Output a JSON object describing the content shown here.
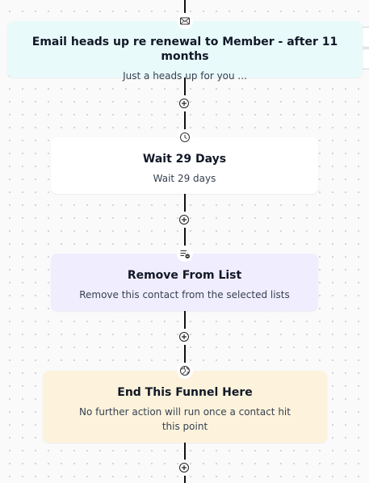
{
  "nodes": [
    {
      "title": "Email heads up re renewal to Member - after 11 months",
      "description": "Just a heads up for you ...",
      "icon": "email-icon",
      "color": "#e9fafb"
    },
    {
      "title": "Wait 29 Days",
      "description": "Wait 29 days",
      "icon": "clock-icon",
      "color": "#ffffff"
    },
    {
      "title": "Remove From List",
      "description": "Remove this contact from the selected lists",
      "icon": "list-remove-icon",
      "color": "#f0edff"
    },
    {
      "title": "End This Funnel Here",
      "description": "No further action will run once a contact hit this point",
      "icon": "globe-icon",
      "color": "#fdf3dc"
    }
  ]
}
